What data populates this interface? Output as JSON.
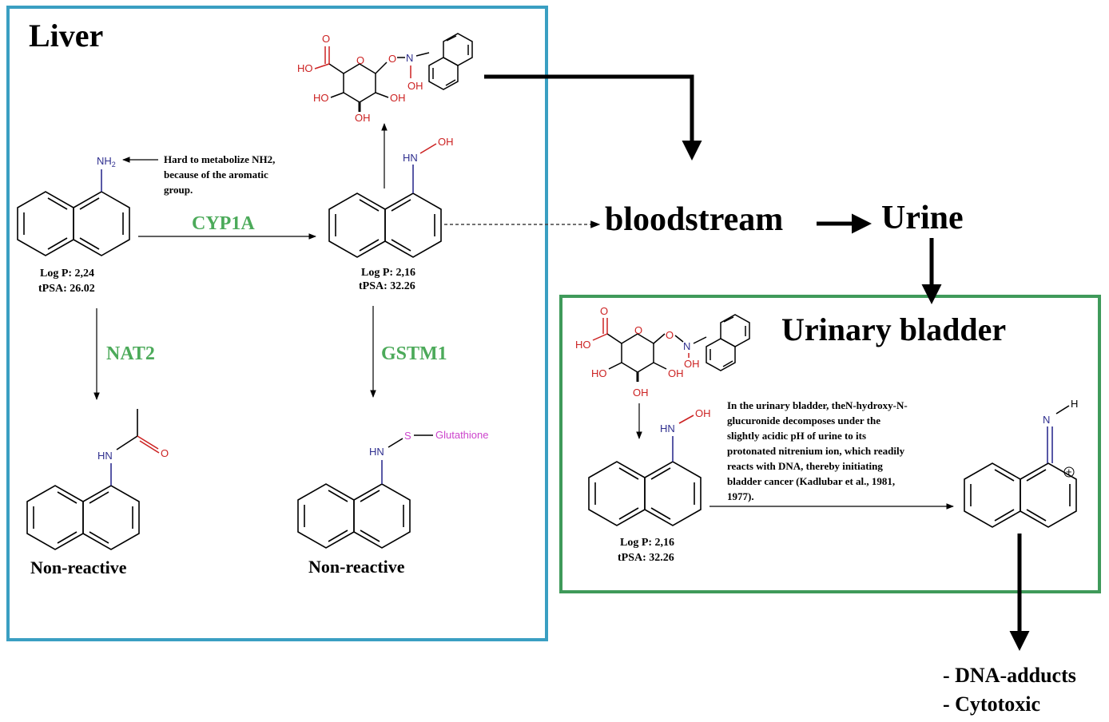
{
  "regions": {
    "liver": "Liver",
    "urinary_bladder": "Urinary bladder"
  },
  "flow": {
    "bloodstream": "bloodstream",
    "urine": "Urine"
  },
  "enzymes": {
    "cyp1a": "CYP1A",
    "nat2": "NAT2",
    "gstm1": "GSTM1"
  },
  "annotations": {
    "hard_to_metabolize": "Hard to metabolize NH2,\nbecause of the aromatic\ngroup.",
    "bladder_note": "In the urinary bladder, theN-hydroxy-N-\nglucuronide decomposes under the\nslightly acidic pH of urine to its\nprotonated nitrenium ion, which readily\nreacts with DNA, thereby initiating\nbladder cancer (Kadlubar et al., 1981,\n1977)."
  },
  "properties": {
    "naphthylamine_logp": "Log P: 2,24",
    "naphthylamine_tpsa": "tPSA: 26.02",
    "hydroxylamine_logp": "Log P: 2,16",
    "hydroxylamine_tpsa": "tPSA: 32.26",
    "bladder_hydroxylamine_logp": "Log P: 2,16",
    "bladder_hydroxylamine_tpsa": "tPSA: 32.26"
  },
  "outcomes": {
    "acetylated": "Non-reactive",
    "glutathione": "Non-reactive",
    "dna_adducts": "- DNA-adducts",
    "cytotoxic": "- Cytotoxic"
  },
  "atoms": {
    "nh2": "NH",
    "nh2_sub": "2",
    "nh": "HN",
    "oh": "OH",
    "ho": "HO",
    "o": "O",
    "n": "N",
    "s": "S",
    "h": "H",
    "glutathione": "Glutathione",
    "plus": "+"
  },
  "colors": {
    "liver_border": "#3a9fc2",
    "bladder_border": "#3f9a5a",
    "enzyme_text": "#4caa5a",
    "nitrogen": "#2f2f8f",
    "oxygen": "#cc2222",
    "glutathione": "#cc44cc"
  }
}
